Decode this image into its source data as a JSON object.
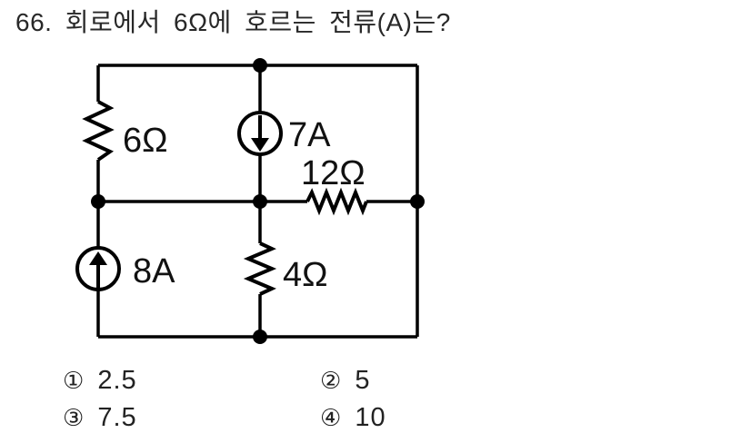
{
  "title": "66. 회로에서 6Ω에 호르는 전류(A)는?",
  "circuit": {
    "components": {
      "resistor_left": {
        "type": "resistor",
        "label": "6Ω"
      },
      "source_top": {
        "type": "current-source",
        "label": "7A",
        "arrow_direction": "down"
      },
      "resistor_right": {
        "type": "resistor",
        "label": "12Ω"
      },
      "source_bottom_left": {
        "type": "current-source",
        "label": "8A",
        "arrow_direction": "up"
      },
      "resistor_middle": {
        "type": "resistor",
        "label": "4Ω"
      }
    }
  },
  "choices": [
    {
      "marker": "①",
      "value": "2.5"
    },
    {
      "marker": "②",
      "value": "5"
    },
    {
      "marker": "③",
      "value": "7.5"
    },
    {
      "marker": "④",
      "value": "10"
    }
  ],
  "colors": {
    "background": "#ffffff",
    "wire": "#000000",
    "text": "#222222"
  }
}
